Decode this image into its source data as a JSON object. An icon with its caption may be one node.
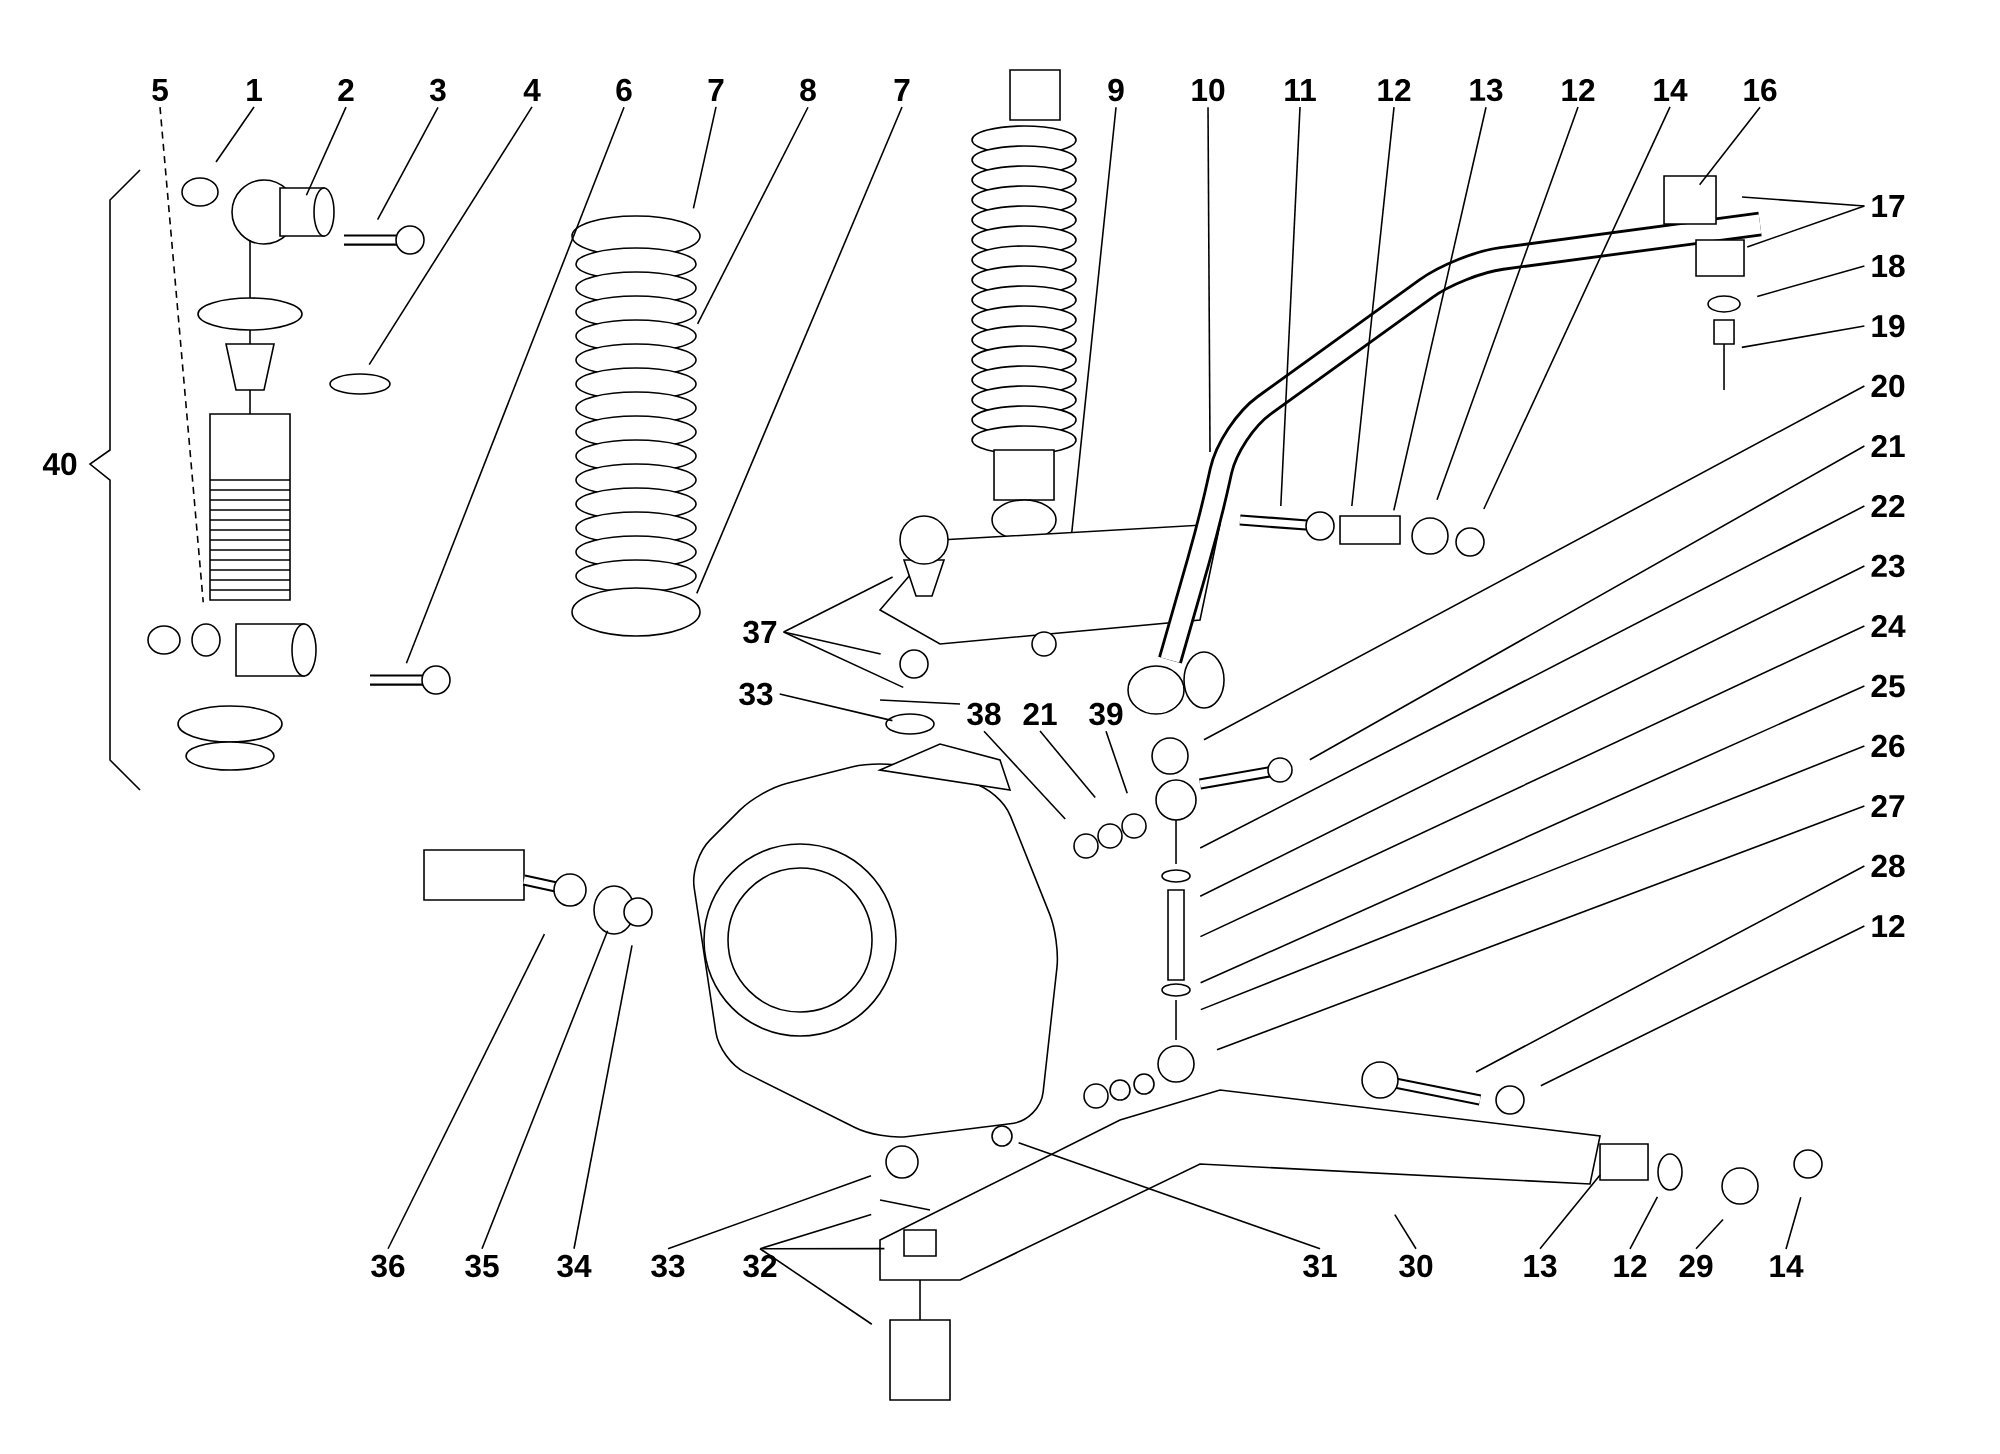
{
  "diagram": {
    "nodes": [
      {
        "text": [
          "5"
        ]
      },
      {
        "text": [
          "1"
        ]
      },
      {
        "text": [
          "2"
        ]
      },
      {
        "text": [
          "3"
        ]
      },
      {
        "text": [
          "4"
        ]
      },
      {
        "text": [
          "6"
        ]
      },
      {
        "text": [
          "7"
        ]
      },
      {
        "text": [
          "8"
        ]
      },
      {
        "text": [
          "7"
        ]
      },
      {
        "text": [
          "9"
        ]
      },
      {
        "text": [
          "10"
        ]
      },
      {
        "text": [
          "11"
        ]
      },
      {
        "text": [
          "12"
        ]
      },
      {
        "text": [
          "13"
        ]
      },
      {
        "text": [
          "12"
        ]
      },
      {
        "text": [
          "14"
        ]
      },
      {
        "text": [
          "16"
        ]
      },
      {
        "text": [
          "17"
        ]
      },
      {
        "text": [
          "18"
        ]
      },
      {
        "text": [
          "19"
        ]
      },
      {
        "text": [
          "20"
        ]
      },
      {
        "text": [
          "21"
        ]
      },
      {
        "text": [
          "22"
        ]
      },
      {
        "text": [
          "23"
        ]
      },
      {
        "text": [
          "24"
        ]
      },
      {
        "text": [
          "25"
        ]
      },
      {
        "text": [
          "26"
        ]
      },
      {
        "text": [
          "27"
        ]
      },
      {
        "text": [
          "28"
        ]
      },
      {
        "text": [
          "12"
        ]
      },
      {
        "text": [
          "37"
        ]
      },
      {
        "text": [
          "33"
        ]
      },
      {
        "text": [
          "38"
        ]
      },
      {
        "text": [
          "21"
        ]
      },
      {
        "text": [
          "39"
        ]
      },
      {
        "text": [
          "36"
        ]
      },
      {
        "text": [
          "35"
        ]
      },
      {
        "text": [
          "34"
        ]
      },
      {
        "text": [
          "33"
        ]
      },
      {
        "text": [
          "32"
        ]
      },
      {
        "text": [
          "31"
        ]
      },
      {
        "text": [
          "30"
        ]
      },
      {
        "text": [
          "13"
        ]
      },
      {
        "text": [
          "12"
        ]
      },
      {
        "text": [
          "29"
        ]
      },
      {
        "text": [
          "14"
        ]
      }
    ],
    "edges": [
      {
        "from": 0,
        "to": null,
        "arrow": "none",
        "style": "dashed"
      },
      {
        "from": 1,
        "to": null,
        "arrow": "none"
      },
      {
        "from": 2,
        "to": null,
        "arrow": "none"
      },
      {
        "from": 3,
        "to": null,
        "arrow": "none"
      },
      {
        "from": 4,
        "to": null,
        "arrow": "none"
      },
      {
        "from": 5,
        "to": null,
        "arrow": "none"
      },
      {
        "from": 6,
        "to": null,
        "arrow": "none"
      },
      {
        "from": 7,
        "to": null,
        "arrow": "none"
      },
      {
        "from": 8,
        "to": null,
        "arrow": "none"
      },
      {
        "from": 9,
        "to": null,
        "arrow": "none"
      },
      {
        "from": 10,
        "to": null,
        "arrow": "none"
      },
      {
        "from": 11,
        "to": null,
        "arrow": "none"
      },
      {
        "from": 12,
        "to": null,
        "arrow": "none"
      },
      {
        "from": 13,
        "to": null,
        "arrow": "none"
      },
      {
        "from": 14,
        "to": null,
        "arrow": "none"
      },
      {
        "from": 15,
        "to": null,
        "arrow": "none"
      },
      {
        "from": 16,
        "to": null,
        "arrow": "none"
      },
      {
        "from": 17,
        "to": null,
        "arrow": "none"
      },
      {
        "from": 17,
        "to": null,
        "arrow": "none"
      },
      {
        "from": 18,
        "to": null,
        "arrow": "none"
      },
      {
        "from": 19,
        "to": null,
        "arrow": "none"
      },
      {
        "from": 20,
        "to": null,
        "arrow": "none"
      },
      {
        "from": 21,
        "to": null,
        "arrow": "none"
      },
      {
        "from": 22,
        "to": null,
        "arrow": "none"
      },
      {
        "from": 23,
        "to": null,
        "arrow": "none"
      },
      {
        "from": 24,
        "to": null,
        "arrow": "none"
      },
      {
        "from": 25,
        "to": null,
        "arrow": "none"
      },
      {
        "from": 26,
        "to": null,
        "arrow": "none"
      },
      {
        "from": 27,
        "to": null,
        "arrow": "none"
      },
      {
        "from": 28,
        "to": null,
        "arrow": "none"
      },
      {
        "from": 29,
        "to": null,
        "arrow": "none"
      },
      {
        "from": 30,
        "to": null,
        "arrow": "none"
      },
      {
        "from": 30,
        "to": null,
        "arrow": "none"
      },
      {
        "from": 30,
        "to": null,
        "arrow": "none"
      },
      {
        "from": 31,
        "to": null,
        "arrow": "none"
      },
      {
        "from": 32,
        "to": null,
        "arrow": "none"
      },
      {
        "from": 33,
        "to": null,
        "arrow": "none"
      },
      {
        "from": 34,
        "to": null,
        "arrow": "none"
      },
      {
        "from": 35,
        "to": null,
        "arrow": "none"
      },
      {
        "from": 36,
        "to": null,
        "arrow": "none"
      },
      {
        "from": 37,
        "to": null,
        "arrow": "none"
      },
      {
        "from": 38,
        "to": null,
        "arrow": "none"
      },
      {
        "from": 39,
        "to": null,
        "arrow": "none"
      },
      {
        "from": 39,
        "to": null,
        "arrow": "none"
      },
      {
        "from": 39,
        "to": null,
        "arrow": "none"
      },
      {
        "from": 40,
        "to": null,
        "arrow": "none"
      },
      {
        "from": 41,
        "to": null,
        "arrow": "none"
      },
      {
        "from": 42,
        "to": null,
        "arrow": "none"
      },
      {
        "from": 43,
        "to": null,
        "arrow": "none"
      },
      {
        "from": 44,
        "to": null,
        "arrow": "none"
      },
      {
        "from": 45,
        "to": null,
        "arrow": "none"
      }
    ],
    "labels": [
      "40"
    ]
  }
}
